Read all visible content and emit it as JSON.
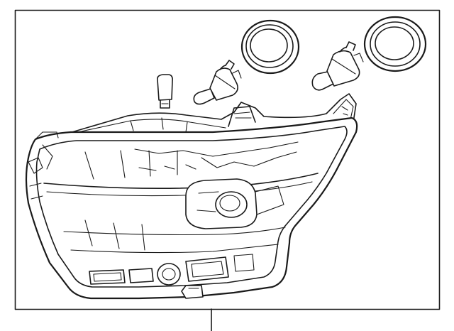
{
  "diagram": {
    "parts": [
      {
        "id": "headlamp-assembly"
      },
      {
        "id": "bulb-socket-seal-left"
      },
      {
        "id": "bulb-socket-seal-right"
      },
      {
        "id": "halogen-bulb-left"
      },
      {
        "id": "halogen-bulb-right"
      },
      {
        "id": "side-marker-bulb"
      }
    ],
    "callout_count": 1
  }
}
